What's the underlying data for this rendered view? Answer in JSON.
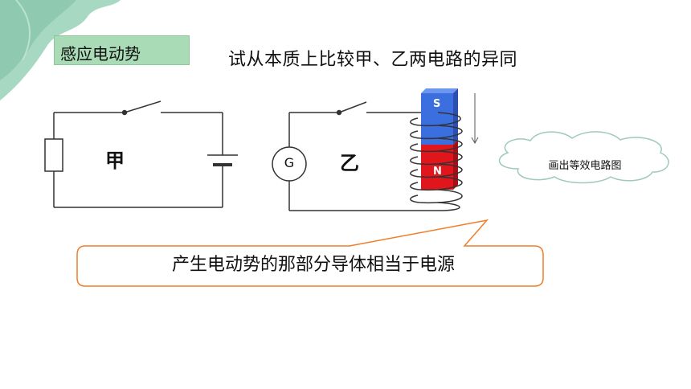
{
  "slide": {
    "title": "感应电动势",
    "question": "试从本质上比较甲、乙两电路的异同",
    "circuit_a_label": "甲",
    "circuit_b_label": "乙",
    "galvanometer_label": "G",
    "magnet_top_pole": "S",
    "magnet_bottom_pole": "N",
    "cloud_text": "画出等效电路图",
    "callout_text": "产生电动势的那部分导体相当于电源"
  },
  "colors": {
    "title_bg": "#a9dcb6",
    "leaf_decoration": "#9fd0b8",
    "magnet_s": "#3b6fe0",
    "magnet_n": "#e0161c",
    "callout_border": "#f07d2a",
    "cloud_border": "#9fc8c0"
  }
}
